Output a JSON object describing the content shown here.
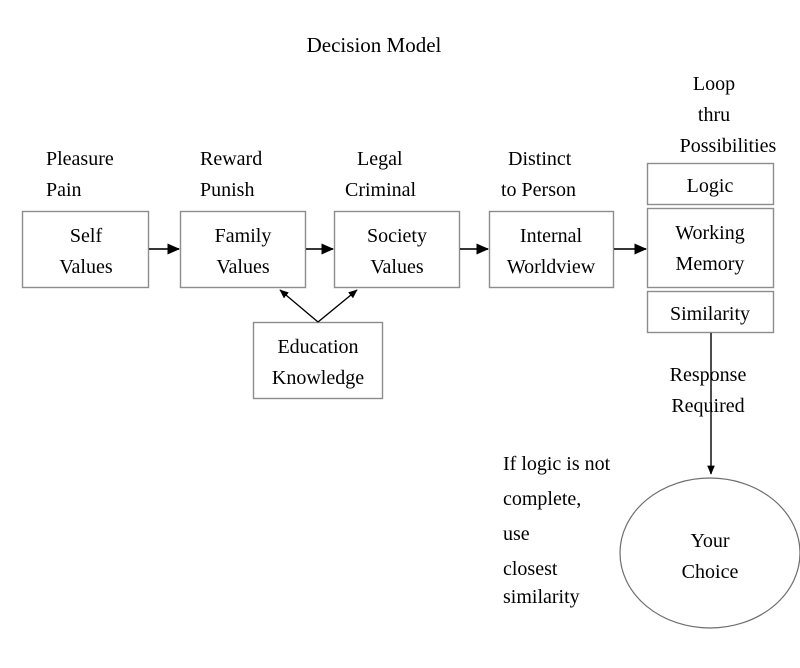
{
  "diagram": {
    "title": "Decision Model",
    "column_labels": [
      {
        "id": "pleasure-pain",
        "lines": [
          "Pleasure",
          "Pain"
        ]
      },
      {
        "id": "reward-punish",
        "lines": [
          "Reward",
          "Punish"
        ]
      },
      {
        "id": "legal-criminal",
        "lines": [
          "Legal",
          "Criminal"
        ]
      },
      {
        "id": "distinct-to-person",
        "lines": [
          "Distinct",
          "to Person"
        ]
      },
      {
        "id": "loop-thru-possibilities",
        "lines": [
          "Loop",
          "thru",
          "Possibilities"
        ]
      }
    ],
    "boxes": [
      {
        "id": "self-values",
        "lines": [
          "Self",
          "Values"
        ]
      },
      {
        "id": "family-values",
        "lines": [
          "Family",
          "Values"
        ]
      },
      {
        "id": "society-values",
        "lines": [
          "Society",
          "Values"
        ]
      },
      {
        "id": "internal-worldview",
        "lines": [
          "Internal",
          "Worldview"
        ]
      },
      {
        "id": "logic",
        "lines": [
          "Logic"
        ]
      },
      {
        "id": "working-memory",
        "lines": [
          "Working",
          "Memory"
        ]
      },
      {
        "id": "similarity",
        "lines": [
          "Similarity"
        ]
      },
      {
        "id": "education-knowledge",
        "lines": [
          "Education",
          "Knowledge"
        ]
      }
    ],
    "ellipse": {
      "id": "your-choice",
      "lines": [
        "Your",
        "Choice"
      ]
    },
    "annotations": [
      {
        "id": "response-required",
        "lines": [
          "Response",
          "Required"
        ]
      },
      {
        "id": "if-logic-note",
        "lines": [
          "If logic is not",
          "complete,",
          "use",
          "closest",
          "similarity"
        ]
      }
    ],
    "colors": {
      "background": "#ffffff",
      "box_border": "#8c8c8c",
      "ellipse_border": "#6e6e6e",
      "arrow": "#000000",
      "text": "#000000"
    }
  }
}
